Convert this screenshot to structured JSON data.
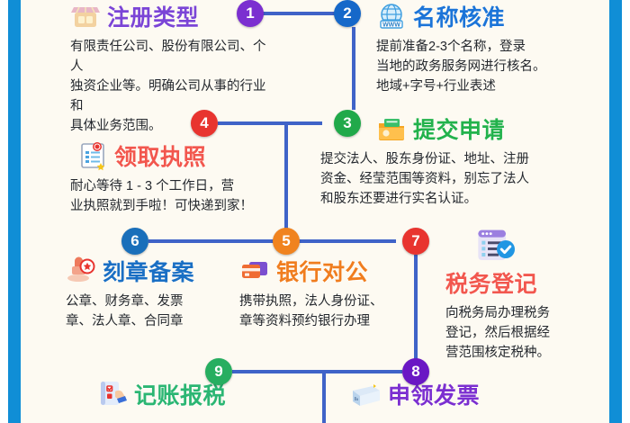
{
  "theme": {
    "background": "#fdfaf2",
    "rail_color": "#108ed6",
    "wire_color": "#3f63c8"
  },
  "steps": [
    {
      "number": "1",
      "title": "注册类型",
      "body": "有限责任公司、股份有限公司、个人\n独资企业等。明确公司从事的行业和\n具体业务范围。",
      "title_color": "#7b45d6",
      "badge_color": "#7b2fd0",
      "icon": "shop-icon"
    },
    {
      "number": "2",
      "title": "名称核准",
      "body": "提前准备2-3个名称，登录\n当地的政务服务网进行核名。\n地域+字号+行业表述",
      "title_color": "#1b74d8",
      "badge_color": "#1668c9",
      "icon": "globe-www-icon"
    },
    {
      "number": "3",
      "title": "提交申请",
      "body": "提交法人、股东身份证、地址、注册\n资金、经莹范围等资料，别忘了法人\n和股东还要进行实名认证。",
      "title_color": "#22b24c",
      "badge_color": "#21a94a",
      "icon": "folder-money-icon"
    },
    {
      "number": "4",
      "title": "领取执照",
      "body": "耐心等待 1 - 3 个工作日，营\n业执照就到手啦！可快递到家！",
      "title_color": "#f2574e",
      "badge_color": "#e8342f",
      "icon": "license-document-icon"
    },
    {
      "number": "5",
      "title": "银行对公",
      "body": "携带执照，法人身份证、\n章等资料预约银行办理",
      "title_color": "#f07d1e",
      "badge_color": "#f0831f",
      "icon": "bank-card-icon"
    },
    {
      "number": "6",
      "title": "刻章备案",
      "body": "公章、财务章、发票\n章、法人章、合同章",
      "title_color": "#1a6fc4",
      "badge_color": "#1a6fba",
      "icon": "stamp-icon"
    },
    {
      "number": "7",
      "title": "税务登记",
      "body": "向税务局办理税务\n登记，然后根据经\n营范围核定税种。",
      "title_color": "#f2574e",
      "badge_color": "#e8342f",
      "icon": "tax-verified-icon"
    },
    {
      "number": "8",
      "title": "申领发票",
      "body": "",
      "title_color": "#7b2fd0",
      "badge_color": "#6a17c4",
      "icon": "invoice-icon"
    },
    {
      "number": "9",
      "title": "记账报税",
      "body": "",
      "title_color": "#2bb673",
      "badge_color": "#27ae60",
      "icon": "bookkeeping-icon"
    }
  ]
}
